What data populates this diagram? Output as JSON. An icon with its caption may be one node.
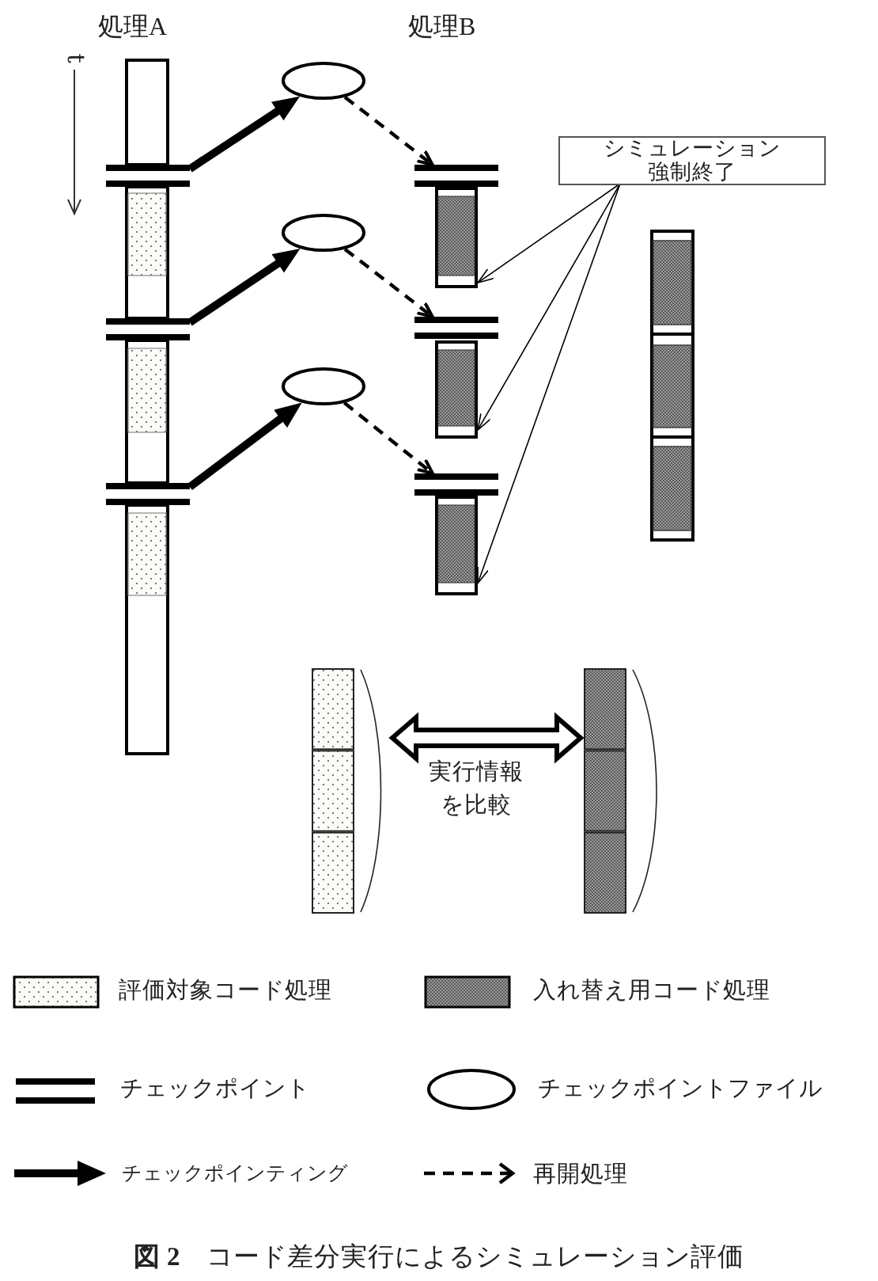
{
  "diagram": {
    "caption": "**図 2**　コード差分実行によるシミュレーション評価",
    "nodes": [
      {
        "text": [
          "シミュレーション強制終了"
        ]
      },
      {
        "text": [],
        "shape": "ellipse"
      },
      {
        "text": [],
        "shape": "ellipse"
      },
      {
        "text": [],
        "shape": "ellipse"
      },
      {
        "text": [],
        "shape": "bar"
      },
      {
        "text": [],
        "shape": "bar"
      },
      {
        "text": [],
        "shape": "bar"
      },
      {
        "text": [],
        "shape": "bar"
      },
      {
        "text": [],
        "shape": "bar"
      },
      {
        "text": [],
        "shape": "bar"
      },
      {
        "text": [],
        "shape": "box"
      },
      {
        "text": [],
        "shape": "box"
      },
      {
        "text": [],
        "shape": "box"
      },
      {
        "text": [],
        "shape": "box"
      },
      {
        "text": [],
        "shape": "box"
      },
      {
        "text": [],
        "shape": "bar"
      },
      {
        "text": [],
        "shape": "bar"
      }
    ],
    "edges": [
      {
        "from": 4,
        "to": 1,
        "arrow": "to",
        "style": "thick"
      },
      {
        "from": 5,
        "to": 2,
        "arrow": "to",
        "style": "thick"
      },
      {
        "from": 6,
        "to": 3,
        "arrow": "to",
        "style": "thick"
      },
      {
        "from": 1,
        "to": 7,
        "arrow": "to",
        "style": "dashed"
      },
      {
        "from": 2,
        "to": 8,
        "arrow": "to",
        "style": "dashed"
      },
      {
        "from": 3,
        "to": 9,
        "arrow": "to",
        "style": "dashed"
      },
      {
        "from": 0,
        "to": 10,
        "arrow": "to"
      },
      {
        "from": 0,
        "to": 11,
        "arrow": "to"
      },
      {
        "from": 0,
        "to": 12,
        "arrow": "to"
      },
      {
        "from": 13,
        "to": 14,
        "arrow": "both",
        "style": "thick"
      }
    ],
    "labels": [
      "処理A",
      "処理B",
      "t",
      "実行情報を比較"
    ],
    "legend": [
      {
        "text": "評価対象コード処理"
      },
      {
        "text": "入れ替え用コード処理"
      },
      {
        "text": "チェックポイント"
      },
      {
        "text": "チェックポイントファイル"
      },
      {
        "text": "チェックポインティング"
      },
      {
        "text": "再開処理"
      }
    ]
  }
}
